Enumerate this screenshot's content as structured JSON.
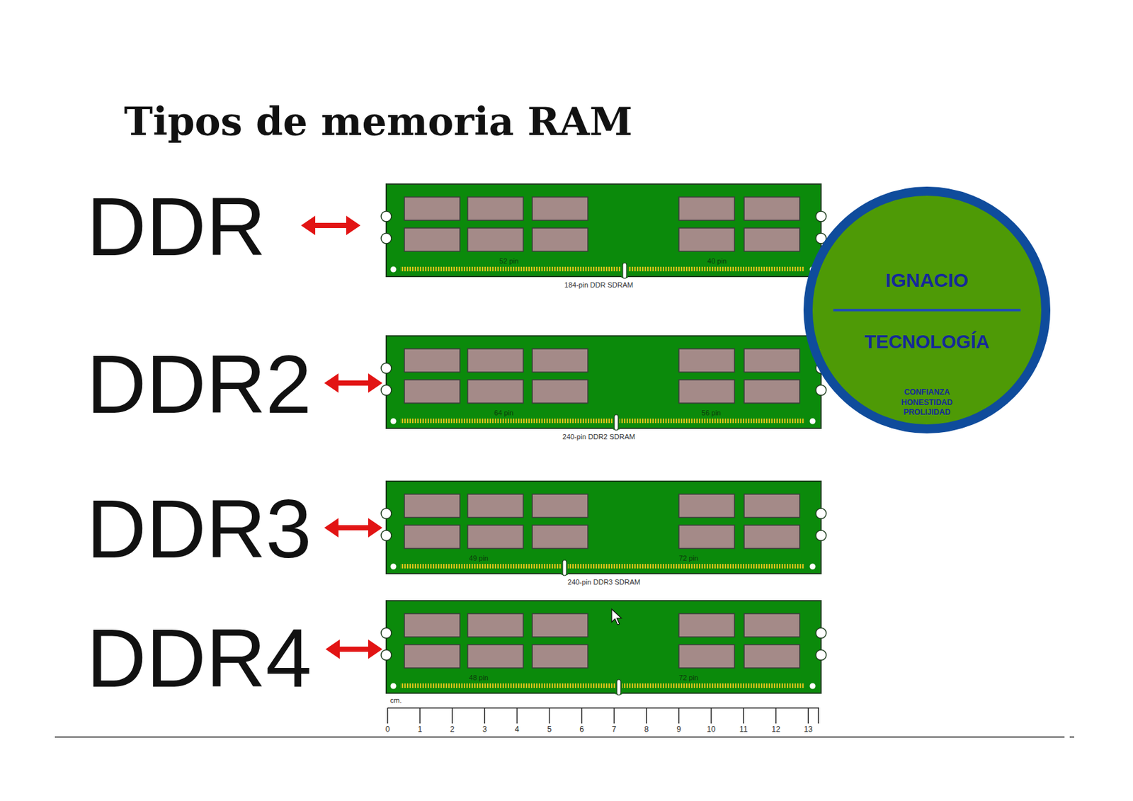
{
  "diagram": {
    "title": "Tipos de memoria RAM",
    "nodes": [
      {
        "text": [
          "52 pin",
          "40 pin",
          "184-pin DDR SDRAM"
        ]
      },
      {
        "text": [
          "64 pin",
          "56 pin",
          "240-pin DDR2 SDRAM"
        ]
      },
      {
        "text": [
          "49 pin",
          "72 pin",
          "240-pin DDR3 SDRAM"
        ]
      },
      {
        "text": [
          "48 pin",
          "72 pin"
        ]
      },
      {
        "text": [
          "IGNACIO",
          "TECNOLOGÍA",
          "CONFIANZA HONESTIDAD PROLIJIDAD"
        ]
      }
    ],
    "labels": [
      "DDR",
      "DDR2",
      "DDR3",
      "DDR4",
      "cm.",
      "0",
      "1",
      "2",
      "3",
      "4",
      "5",
      "6",
      "7",
      "8",
      "9",
      "10",
      "11",
      "12",
      "13"
    ]
  }
}
